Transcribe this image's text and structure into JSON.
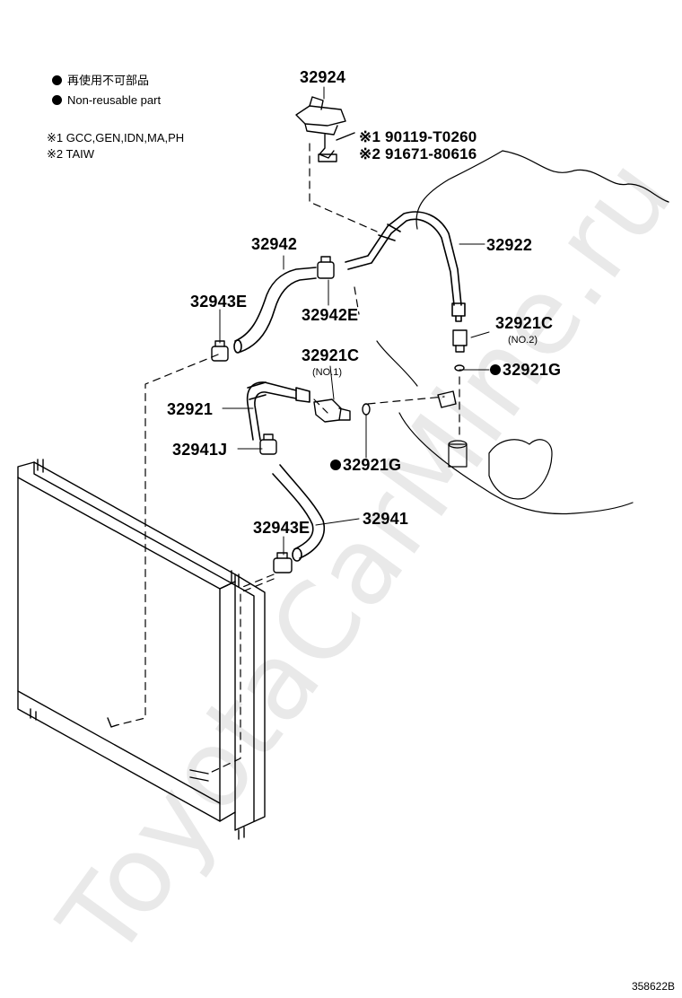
{
  "legend": {
    "jp": "再使用不可部品",
    "en": "Non-reusable part"
  },
  "notes": {
    "n1": "※1 GCC,GEN,IDN,MA,PH",
    "n2": "※2 TAIW"
  },
  "parts": {
    "p32924": "32924",
    "bolt1": "※1  90119-T0260",
    "bolt2": "※2  91671-80616",
    "p32922": "32922",
    "p32942": "32942",
    "p32943E_top": "32943E",
    "p32942E": "32942E",
    "p32921C_no2": "32921C",
    "p32921C_no2_sub": "(NO.2)",
    "p32921G_right": "32921G",
    "p32921C_no1": "32921C",
    "p32921C_no1_sub": "(NO.1)",
    "p32921": "32921",
    "p32941J": "32941J",
    "p32921G_mid": "32921G",
    "p32941": "32941",
    "p32943E_bot": "32943E"
  },
  "reference": "358622B",
  "watermark": "ToyotaCarMine.ru"
}
